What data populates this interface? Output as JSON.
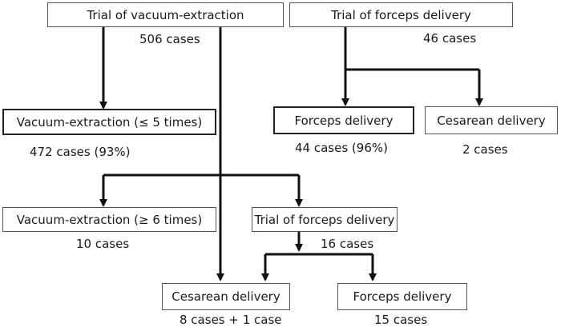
{
  "nodes": {
    "trial_vacuum": {
      "label": "Trial of vacuum-extraction",
      "count": "506 cases"
    },
    "trial_forceps": {
      "label": "Trial of forceps delivery",
      "count": "46 cases"
    },
    "vacuum_le5": {
      "label": "Vacuum-extraction (≤ 5 times)",
      "count": "472 cases (93%)"
    },
    "forceps_delivery_top": {
      "label": "Forceps delivery",
      "count": "44 cases (96%)"
    },
    "cesarean_top": {
      "label": "Cesarean delivery",
      "count": "2 cases"
    },
    "vacuum_ge6": {
      "label": "Vacuum-extraction (≥ 6 times)",
      "count": "10 cases"
    },
    "trial_forceps_2": {
      "label": "Trial of forceps delivery",
      "count": "16 cases"
    },
    "cesarean_bottom": {
      "label": "Cesarean delivery",
      "count": "8 cases + 1 case"
    },
    "forceps_delivery_bottom": {
      "label": "Forceps delivery",
      "count": "15 cases"
    }
  }
}
